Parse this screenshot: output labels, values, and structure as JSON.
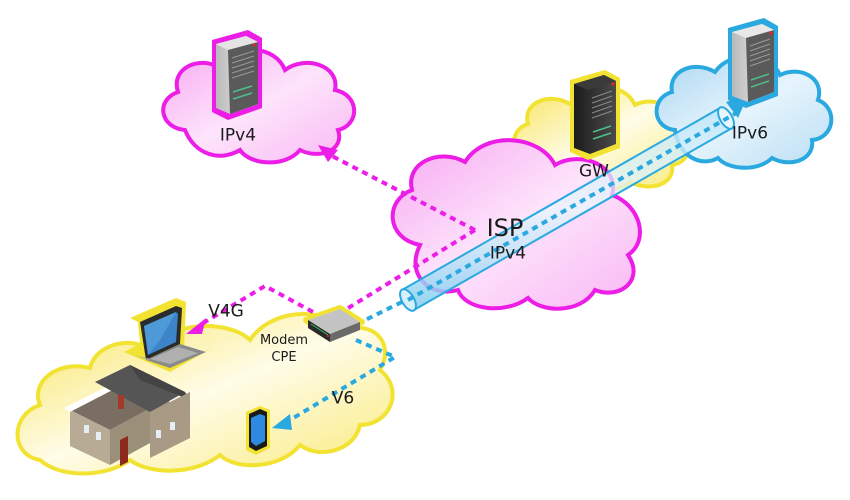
{
  "colors": {
    "ipv4": "#ec1de6",
    "ipv6": "#29a9e0",
    "home": "#f2e232",
    "ipv4_fill": "#fbc6f7",
    "ipv6_fill": "#c8e6f7",
    "home_fill": "#fcf3a6",
    "text": "#1a1a1a"
  },
  "nodes": {
    "ipv4_cloud": {
      "label": "IPv4",
      "icon": "server-icon"
    },
    "gw_cloud": {
      "label": "GW",
      "icon": "server-icon"
    },
    "ipv6_cloud": {
      "label": "IPv6",
      "icon": "server-icon"
    },
    "isp_cloud": {
      "title": "ISP",
      "subtitle": "IPv4"
    },
    "home_cloud": {
      "modem_label_line1": "Modem",
      "modem_label_line2": "CPE",
      "icons": [
        "house-icon",
        "laptop-icon",
        "modem-icon",
        "smartphone-icon"
      ]
    }
  },
  "links": {
    "v4g": {
      "label": "V4G",
      "protocol": "IPv4"
    },
    "v6": {
      "label": "V6",
      "protocol": "IPv6"
    },
    "tunnel": {
      "description": "IPv6 tunnel over IPv4 ISP to IPv6 server"
    }
  }
}
